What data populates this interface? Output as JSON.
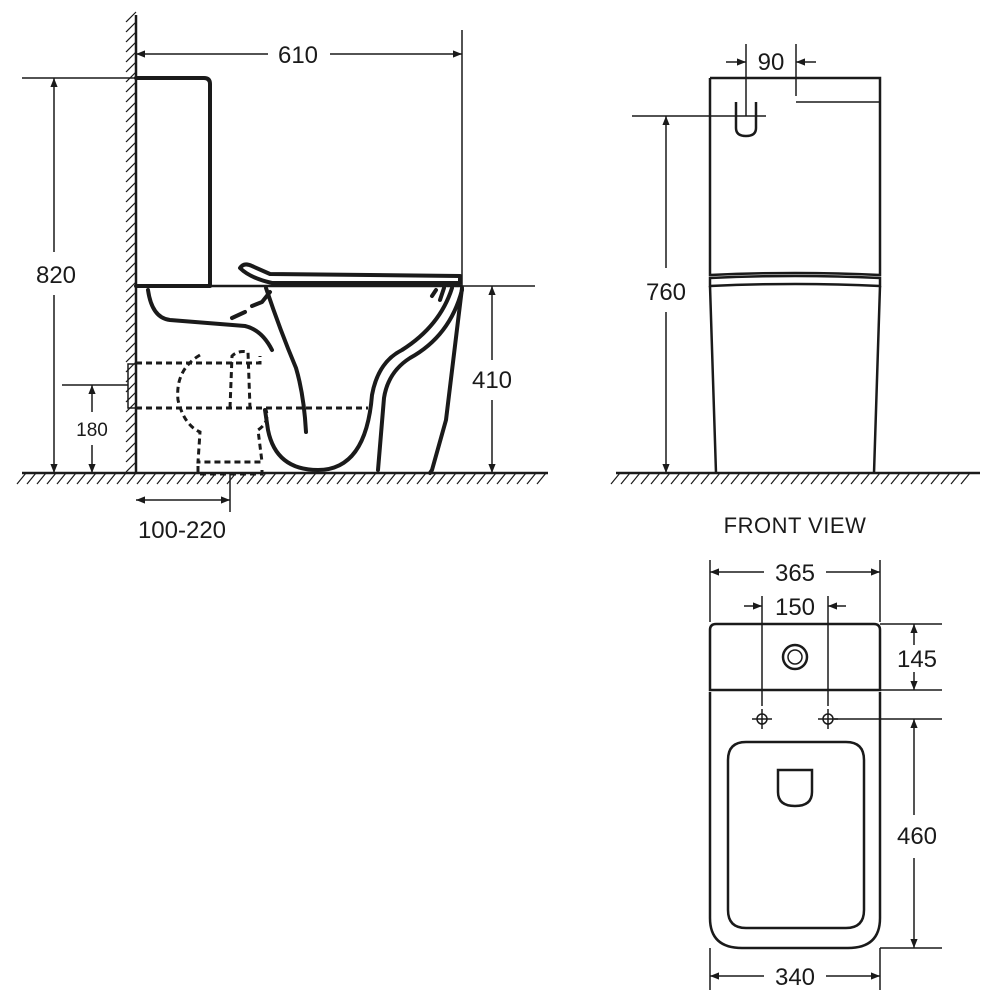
{
  "side_view": {
    "depth": "610",
    "total_height": "820",
    "seat_height": "410",
    "outlet_height": "180",
    "wall_to_outlet": "100-220"
  },
  "front_view": {
    "height": "760",
    "button_offset": "90"
  },
  "top_view": {
    "title": "FRONT VIEW",
    "width_top": "365",
    "hole_spacing": "150",
    "tank_depth": "145",
    "bowl_length": "460",
    "width_bottom": "340"
  },
  "colors": {
    "line": "#1a1a1a",
    "background": "#ffffff"
  }
}
